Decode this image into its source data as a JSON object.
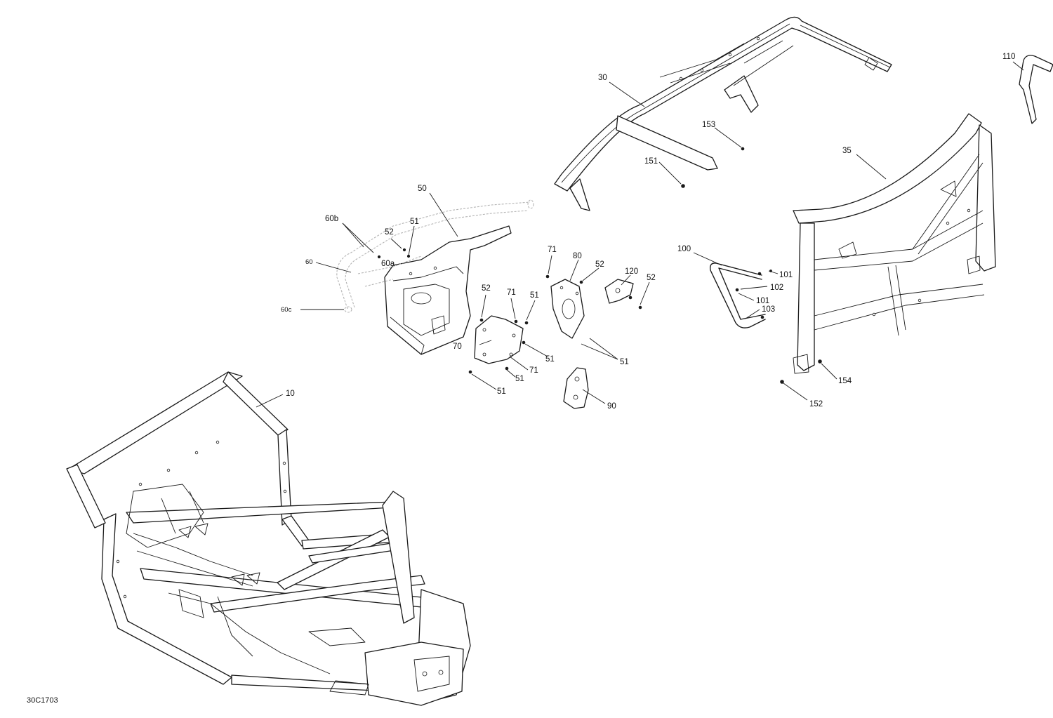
{
  "reference_code": "30C1703",
  "callouts": {
    "c10": "10",
    "c30": "30",
    "c35": "35",
    "c50": "50",
    "c51": "51",
    "c52": "52",
    "c60": "60",
    "c60a": "60a",
    "c60b": "60b",
    "c60c": "60c",
    "c70": "70",
    "c71": "71",
    "c80": "80",
    "c90": "90",
    "c100": "100",
    "c101": "101",
    "c102": "102",
    "c103": "103",
    "c110": "110",
    "c120": "120",
    "c151": "151",
    "c152": "152",
    "c153": "153",
    "c154": "154"
  },
  "colors": {
    "line": "#1a1a1a",
    "phantom": "#b4b4b4",
    "background": "#ffffff"
  }
}
